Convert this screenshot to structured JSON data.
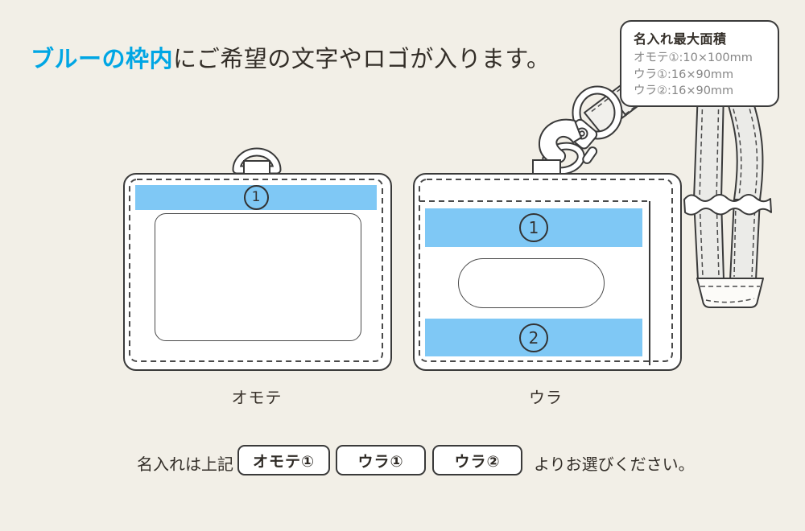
{
  "heading": {
    "highlight": "ブルーの枠内",
    "rest": "にご希望の文字やロゴが入ります。"
  },
  "callout": {
    "title": "名入れ最大面積",
    "lines": [
      "オモテ①:10×100mm",
      "ウラ①:16×90mm",
      "ウラ②:16×90mm"
    ]
  },
  "front_card": {
    "label": "オモテ",
    "band_number": "1"
  },
  "back_card": {
    "label": "ウラ",
    "band1_number": "1",
    "band2_number": "2"
  },
  "footer": {
    "prefix": "名入れは上記",
    "options": [
      "オモテ①",
      "ウラ①",
      "ウラ②"
    ],
    "suffix": "よりお選びください。"
  },
  "colors": {
    "background": "#f2efe7",
    "band_blue": "#7fc8f5",
    "accent_blue": "#00a6e4",
    "outline": "#3a3a3a"
  }
}
